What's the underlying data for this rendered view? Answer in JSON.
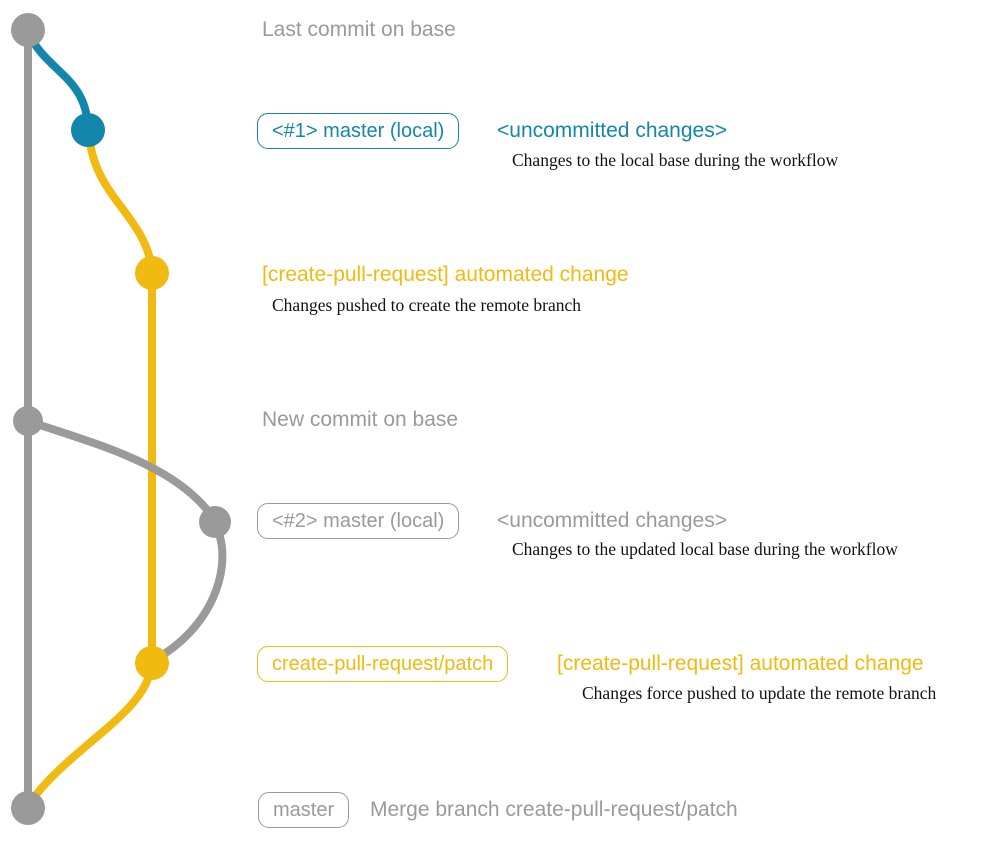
{
  "colors": {
    "gray": "#9a9a9a",
    "teal": "#1486ac",
    "yellow": "#f0ba10",
    "ink": "#121212"
  },
  "graph": {
    "branches": [
      {
        "id": "base-branch",
        "color": "gray"
      },
      {
        "id": "local-master-branch",
        "color": "teal"
      },
      {
        "id": "create-pull-request-patch-branch",
        "color": "yellow"
      }
    ],
    "commits": [
      {
        "id": "last-commit-on-base",
        "color": "gray"
      },
      {
        "id": "uncommitted-changes-1",
        "color": "teal"
      },
      {
        "id": "automated-change-1",
        "color": "yellow"
      },
      {
        "id": "new-commit-on-base",
        "color": "gray"
      },
      {
        "id": "uncommitted-changes-2",
        "color": "gray"
      },
      {
        "id": "automated-change-2",
        "color": "yellow"
      },
      {
        "id": "merge-commit",
        "color": "gray"
      }
    ]
  },
  "rows": {
    "last_commit": {
      "label": "Last commit on base"
    },
    "local1": {
      "badge": "<#1> master (local)",
      "note": "<uncommitted changes>",
      "desc": "Changes to the local base during the workflow"
    },
    "push1": {
      "label": "[create-pull-request] automated change",
      "desc": "Changes pushed to create the remote branch"
    },
    "new_commit": {
      "label": "New commit on base"
    },
    "local2": {
      "badge": "<#2> master (local)",
      "note": "<uncommitted changes>",
      "desc": "Changes to the updated local base during the workflow"
    },
    "push2": {
      "badge": "create-pull-request/patch",
      "label": "[create-pull-request] automated change",
      "desc": "Changes force pushed to update the remote branch"
    },
    "merge": {
      "badge": "master",
      "label": "Merge branch create-pull-request/patch"
    }
  }
}
